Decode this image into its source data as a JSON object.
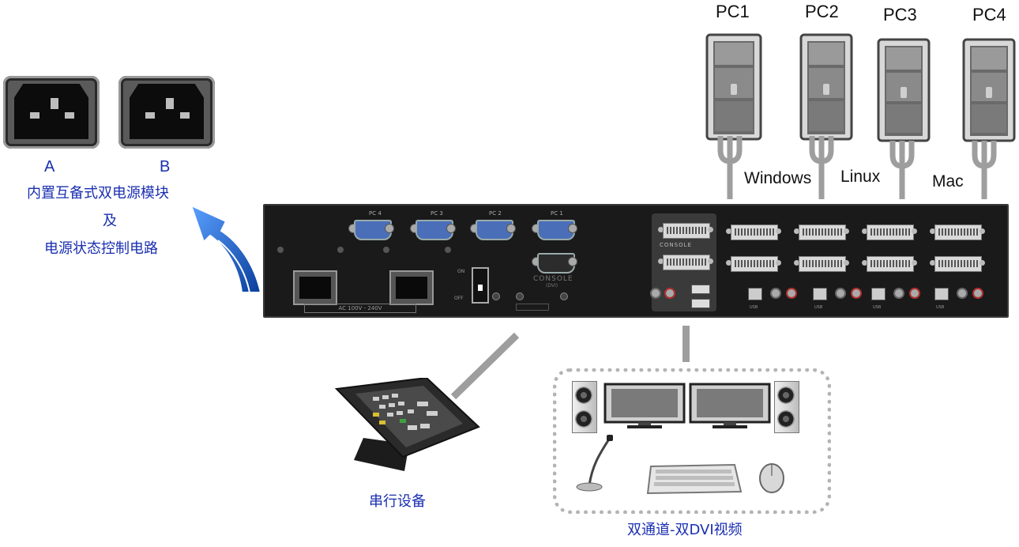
{
  "pcs": [
    {
      "label": "PC1"
    },
    {
      "label": "PC2"
    },
    {
      "label": "PC3"
    },
    {
      "label": "PC4"
    }
  ],
  "os": {
    "windows": "Windows",
    "linux": "Linux",
    "mac": "Mac"
  },
  "power": {
    "label_a": "A",
    "label_b": "B",
    "line1": "内置互备式双电源模块",
    "line2": "及",
    "line3": "电源状态控制电路"
  },
  "panel": {
    "serial_ports": [
      "PC 4",
      "PC 3",
      "PC 2",
      "PC 1"
    ],
    "console_label": "CONSOLE",
    "console_sub": "(DVI)",
    "console_top": "CONSOLE",
    "ac_label": "AC 100V - 240V",
    "switch_on": "ON",
    "switch_off": "OFF",
    "usb_label": "USB"
  },
  "serial_device": {
    "label": "串行设备"
  },
  "dual_dvi": {
    "label": "双通道-双DVI视频"
  },
  "colors": {
    "accent_blue": "#1a2fb0",
    "arrow_blue": "#1e63c8",
    "connector_gray": "#9e9e9e"
  }
}
